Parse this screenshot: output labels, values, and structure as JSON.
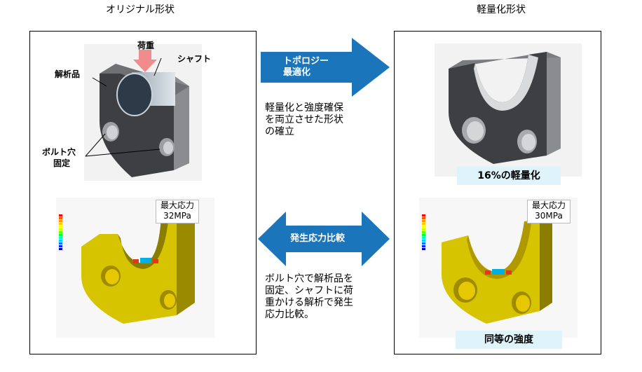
{
  "original": {
    "heading": "オリジナル形状",
    "labels": {
      "load": "荷重",
      "shaft": "シャフト",
      "part": "解析品",
      "bolt_line1": "ボルト穴",
      "bolt_line2": "固定"
    },
    "stress_label_line1": "最大応力",
    "stress_label_line2": "32MPa"
  },
  "lightweight": {
    "heading": "軽量化形状",
    "badge": "16%の軽量化",
    "stress_label_line1": "最大応力",
    "stress_label_line2": "30MPa",
    "strength_badge": "同等の強度"
  },
  "arrow_topology": {
    "line1": "トポロジー",
    "line2": "最適化"
  },
  "arrow_compare": {
    "label": "発生応力比較"
  },
  "desc_top": {
    "line1": "軽量化と強度確保",
    "line2": "を両立させた形状",
    "line3": "の確立"
  },
  "desc_bottom": {
    "line1": "ボルト穴で解析品を",
    "line2": "固定、シャフトに荷",
    "line3": "重かける解析で発生",
    "line4": "応力比較。"
  },
  "colors": {
    "arrow": "#1b75bb",
    "badge": "#dff3fb",
    "load_arrow": "#f28b8b",
    "part_dark": "#3d3f43",
    "fea_yellow": "#d7c400"
  }
}
